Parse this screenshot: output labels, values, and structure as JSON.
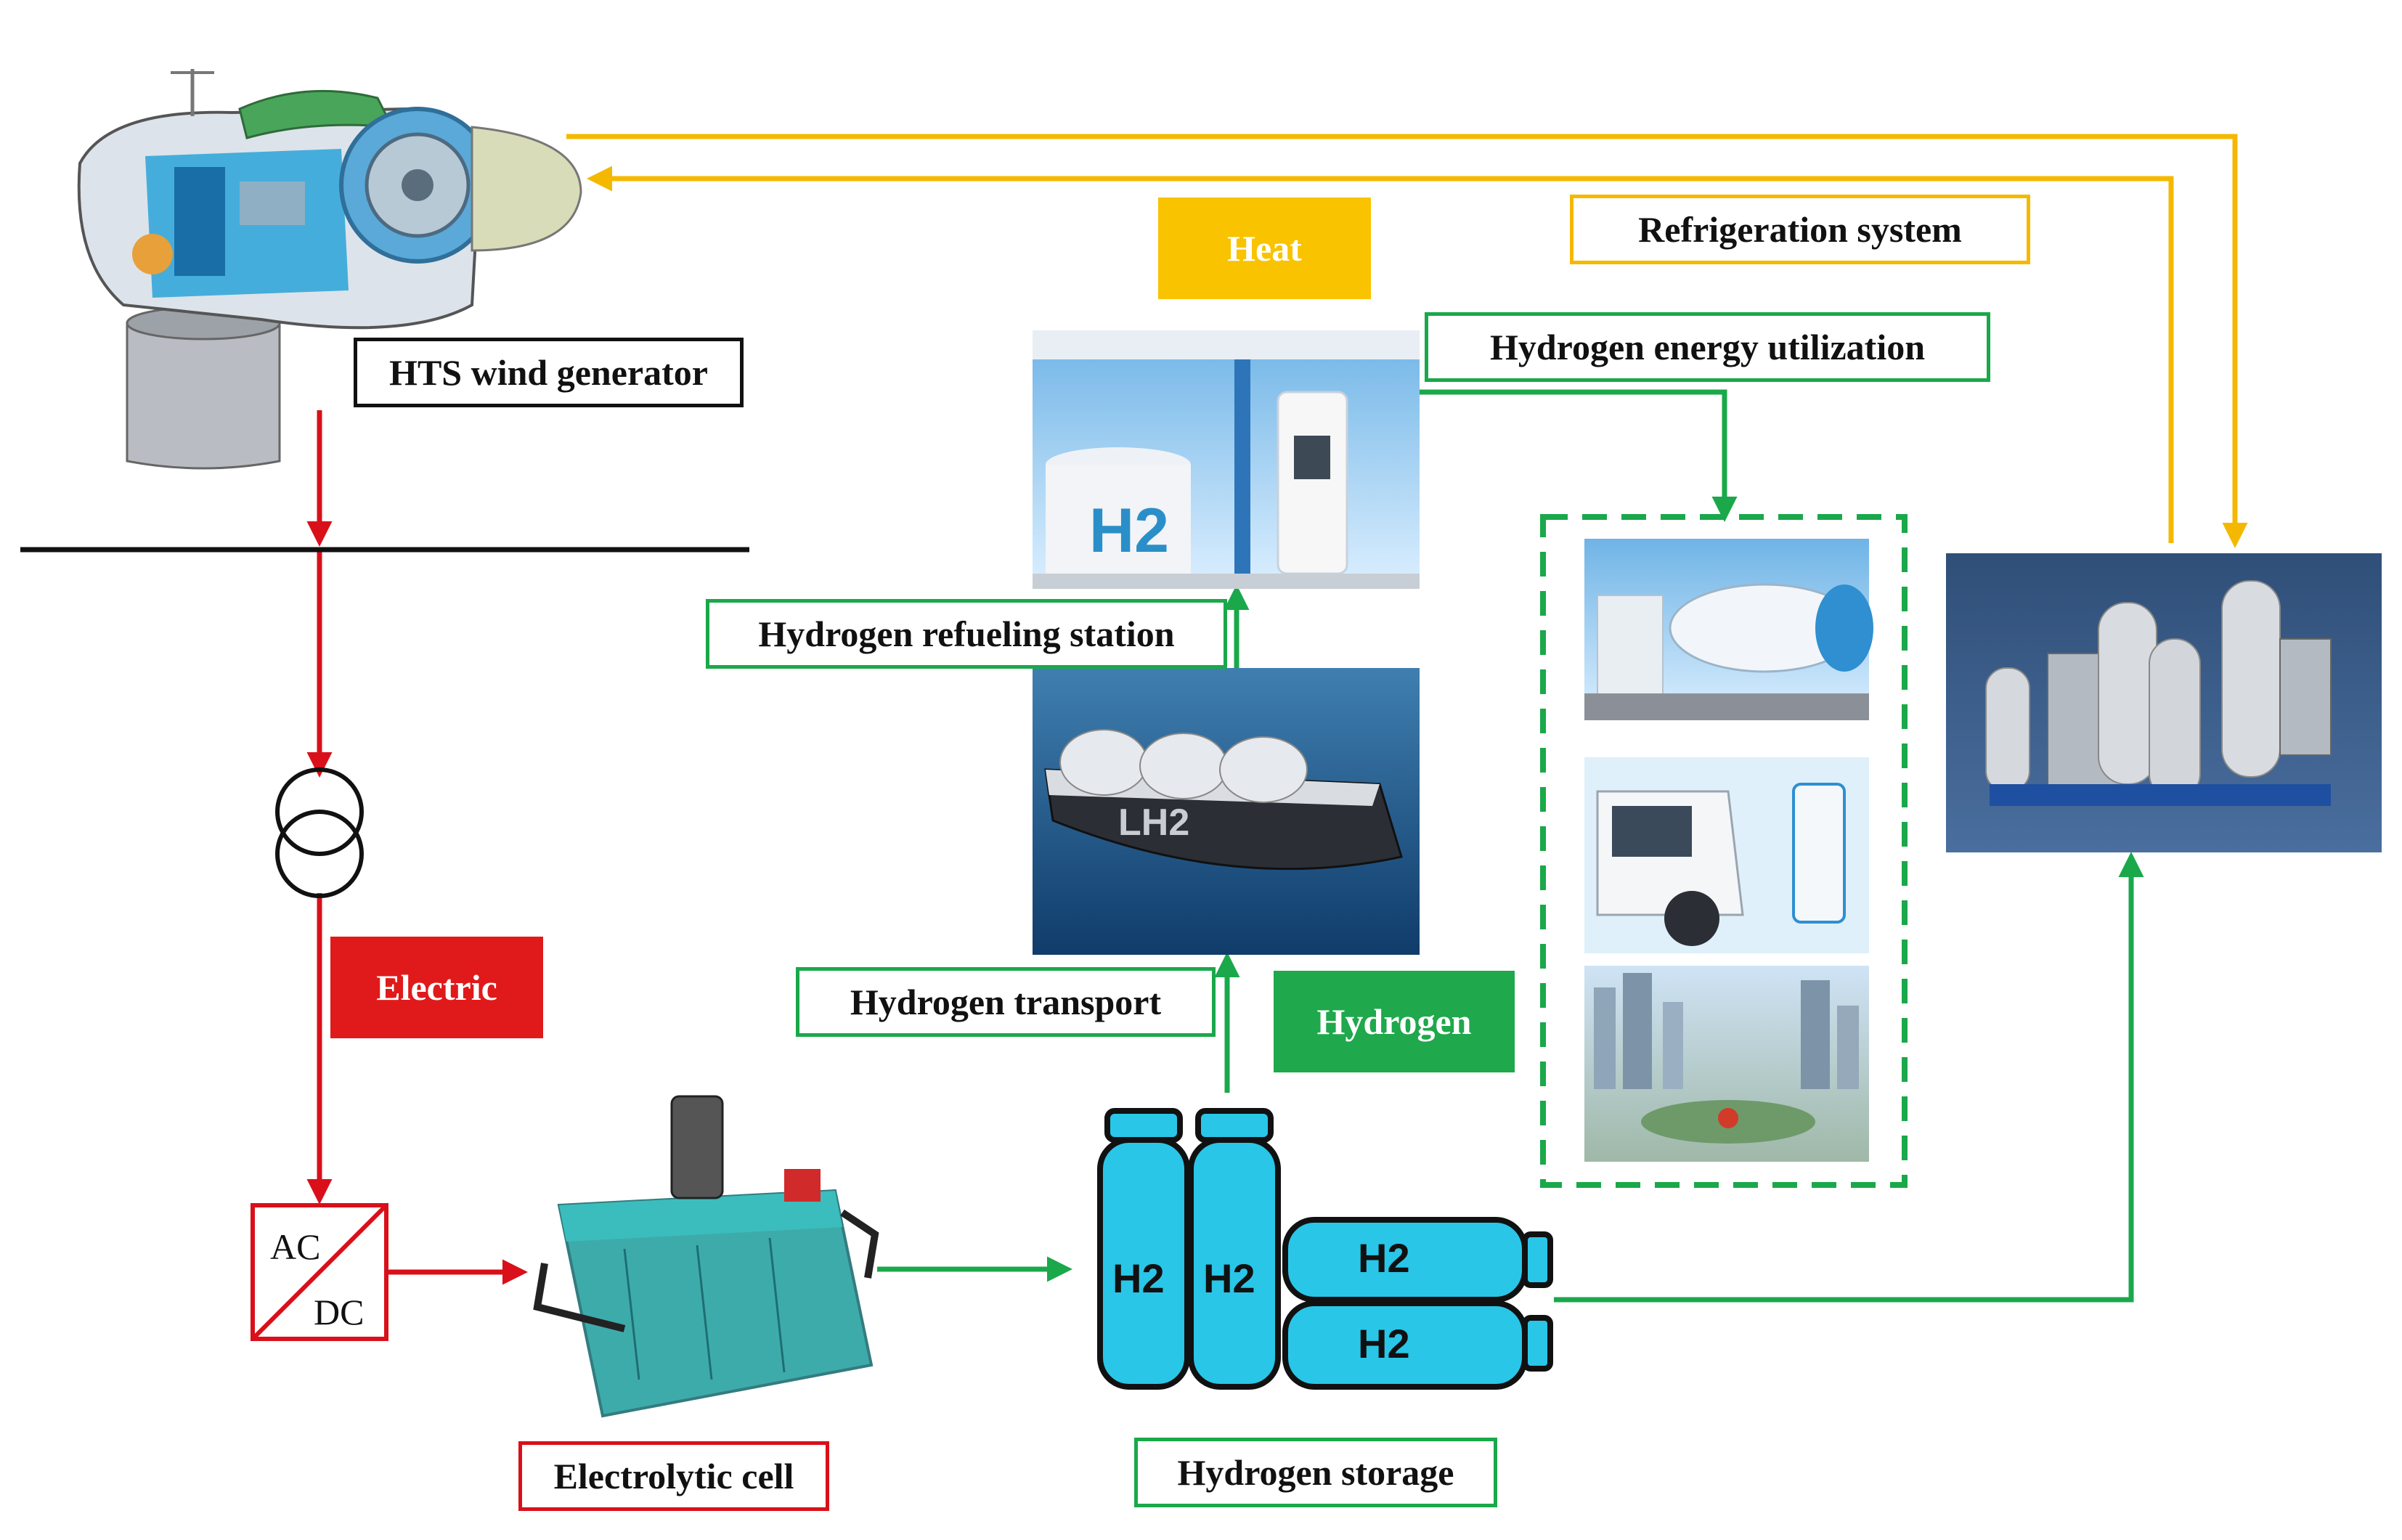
{
  "labels": {
    "hts_wind_generator": "HTS wind generator",
    "refrigeration_system": "Refrigeration system",
    "hydrogen_energy_utilization": "Hydrogen energy utilization",
    "hydrogen_refueling_station": "Hydrogen refueling station",
    "hydrogen_transport": "Hydrogen transport",
    "electrolytic_cell": "Electrolytic cell",
    "hydrogen_storage": "Hydrogen storage"
  },
  "flow_tags": {
    "heat": "Heat",
    "electric": "Electric",
    "hydrogen": "Hydrogen"
  },
  "converter": {
    "ac": "AC",
    "dc": "DC"
  },
  "pictures": {
    "tank_text": "H2",
    "ship_text": "LH2",
    "cylinder_text": "H2"
  },
  "colors": {
    "electric": "#d9101a",
    "hydrogen": "#1aa84a",
    "heat": "#f5b800",
    "heat_tag": "#f9c300",
    "electric_tag": "#e01a1a",
    "hydrogen_tag": "#1fa84c",
    "cylinder": "#29c6e8"
  }
}
